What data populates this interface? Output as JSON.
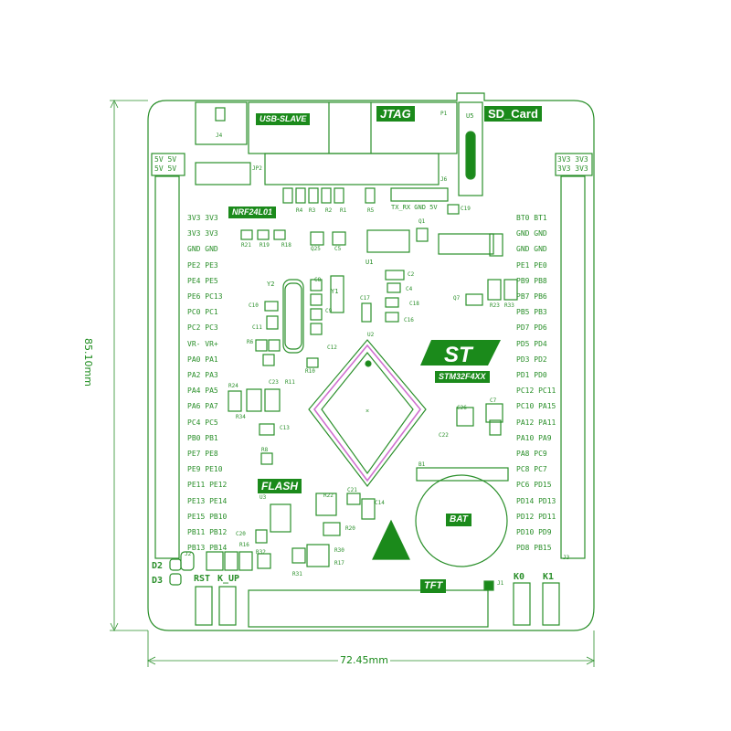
{
  "dimensions": {
    "width": "72.45mm",
    "height": "85.10mm"
  },
  "tags": {
    "usb_slave": "USB-SLAVE",
    "jtag": "JTAG",
    "sd_card": "SD_Card",
    "nrf": "NRF24L01",
    "flash": "FLASH",
    "tft": "TFT",
    "bat": "BAT",
    "mcu": "STM32F4XX"
  },
  "power_left": [
    "5V 5V",
    "5V 5V"
  ],
  "power_right": [
    "3V3 3V3",
    "3V3 3V3"
  ],
  "left_pins": [
    "3V3 3V3",
    "3V3 3V3",
    "GND GND",
    "PE2 PE3",
    "PE4 PE5",
    "PE6 PC13",
    "PC0 PC1",
    "PC2 PC3",
    "VR- VR+",
    "PA0 PA1",
    "PA2 PA3",
    "PA4 PA5",
    "PA6 PA7",
    "PC4 PC5",
    "PB0 PB1",
    "PE7 PE8",
    "PE9 PE10",
    "PE11 PE12",
    "PE13 PE14",
    "PE15 PB10",
    "PB11 PB12",
    "PB13 PB14"
  ],
  "right_pins": [
    "BT0 BT1",
    "GND GND",
    "GND GND",
    "PE1 PE0",
    "PB9 PB8",
    "PB7 PB6",
    "PB5 PB3",
    "PD7 PD6",
    "PD5 PD4",
    "PD3 PD2",
    "PD1 PD0",
    "PC12 PC11",
    "PC10 PA15",
    "PA12 PA11",
    "PA10 PA9",
    "PA8 PC9",
    "PC8 PC7",
    "PC6 PD15",
    "PD14 PD13",
    "PD12 PD11",
    "PD10 PD9",
    "PD8 PB15"
  ],
  "buttons": {
    "rst": "RST",
    "kup": "K_UP",
    "k0": "K0",
    "k1": "K1"
  },
  "leds": {
    "d2": "D2",
    "d3": "D3"
  },
  "connectors": {
    "j1": "J1",
    "j2": "J2",
    "j3": "J3",
    "j4": "J4",
    "j6": "J6",
    "p1": "P1",
    "u5": "U5",
    "u1": "U1",
    "u2": "U2",
    "u3": "U3",
    "jp2": "JP2",
    "b1": "B1",
    "y1": "Y1",
    "y2": "Y2",
    "q1": "Q1"
  },
  "header_j6": "TX_RX GND 5V",
  "parts": [
    "R4",
    "R3",
    "R2",
    "R1",
    "R5",
    "C19",
    "R21",
    "R19",
    "R18",
    "Q25",
    "C5",
    "R5",
    "R2",
    "R8",
    "C2",
    "C4",
    "C18",
    "C16",
    "C17",
    "Q7",
    "R23",
    "R33",
    "C10",
    "C11",
    "C12",
    "C9",
    "C8",
    "C14",
    "R10",
    "R6",
    "C23",
    "R24",
    "R11",
    "R34",
    "C13",
    "R8",
    "C26",
    "C7",
    "C22",
    "R22",
    "C21",
    "C14",
    "R20",
    "C20",
    "R16",
    "R32",
    "R30",
    "R17",
    "R31"
  ],
  "colors": {
    "trace": "#2a8f2a",
    "fill": "#1b8a1b",
    "silk": "#e6f4e6",
    "pink": "#d070d0"
  }
}
